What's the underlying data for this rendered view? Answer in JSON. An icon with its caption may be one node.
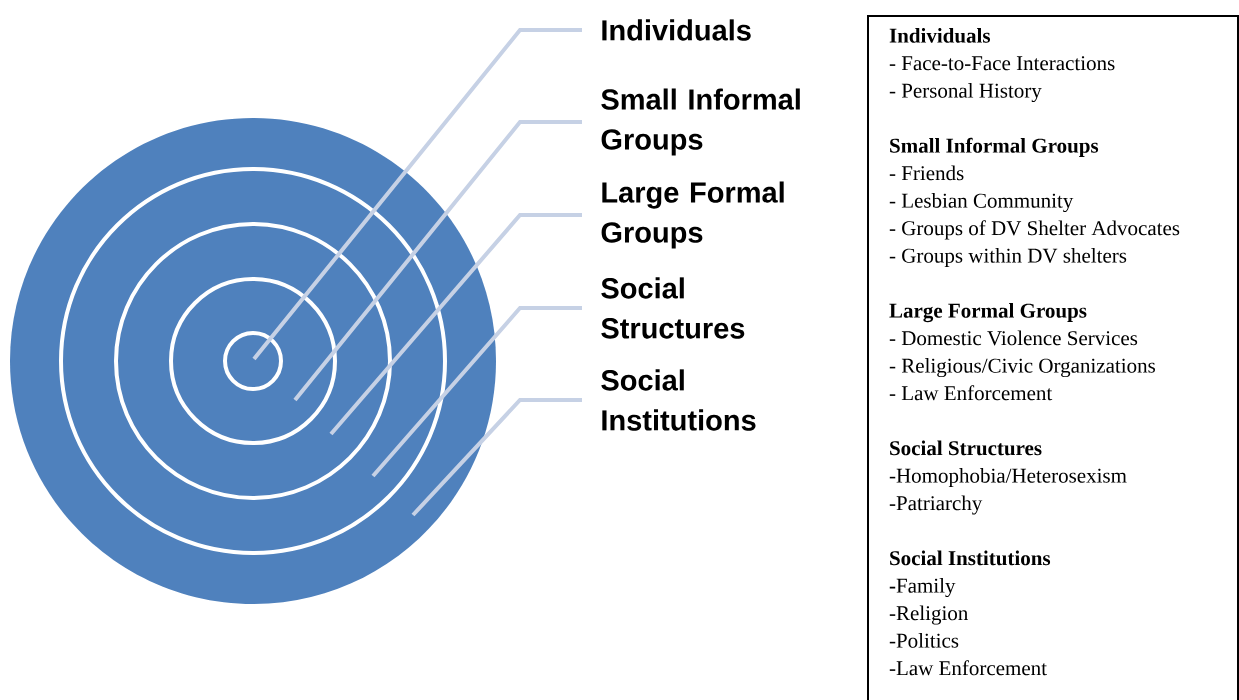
{
  "diagram": {
    "nodes": [
      {
        "text": [
          "Individuals"
        ]
      },
      {
        "text": [
          "Small Informal Groups"
        ]
      },
      {
        "text": [
          "Large Formal Groups"
        ]
      },
      {
        "text": [
          "Social Structures"
        ]
      },
      {
        "text": [
          "Social Institutions"
        ]
      },
      {
        "text": [],
        "shape": "circle"
      },
      {
        "text": [],
        "shape": "circle",
        "in": 5
      },
      {
        "text": [],
        "shape": "circle",
        "in": 6
      },
      {
        "text": [],
        "shape": "circle",
        "in": 7
      },
      {
        "text": [],
        "shape": "circle",
        "in": 8
      },
      {
        "text": [
          "Individuals",
          "- Face-to-Face Interactions",
          "- Personal History",
          "Small Informal Groups",
          "- Friends",
          "- Lesbian Community",
          "- Groups of DV Shelter Advocates",
          "- Groups within DV shelters",
          "Large Formal Groups",
          "- Domestic Violence Services",
          "- Religious/Civic Organizations",
          "- Law Enforcement",
          "Social Structures",
          "-Homophobia/Heterosexism",
          "-Patriarchy",
          "Social Institutions",
          "**-**Family",
          "-Religion",
          "-Politics",
          "-Law Enforcement"
        ]
      }
    ],
    "edges": [
      {
        "from": 0,
        "to": 9,
        "arrow": "none"
      },
      {
        "from": 1,
        "to": 8,
        "arrow": "none"
      },
      {
        "from": 2,
        "to": 7,
        "arrow": "none"
      },
      {
        "from": 3,
        "to": 6,
        "arrow": "none"
      },
      {
        "from": 4,
        "to": 5,
        "arrow": "none"
      }
    ]
  }
}
